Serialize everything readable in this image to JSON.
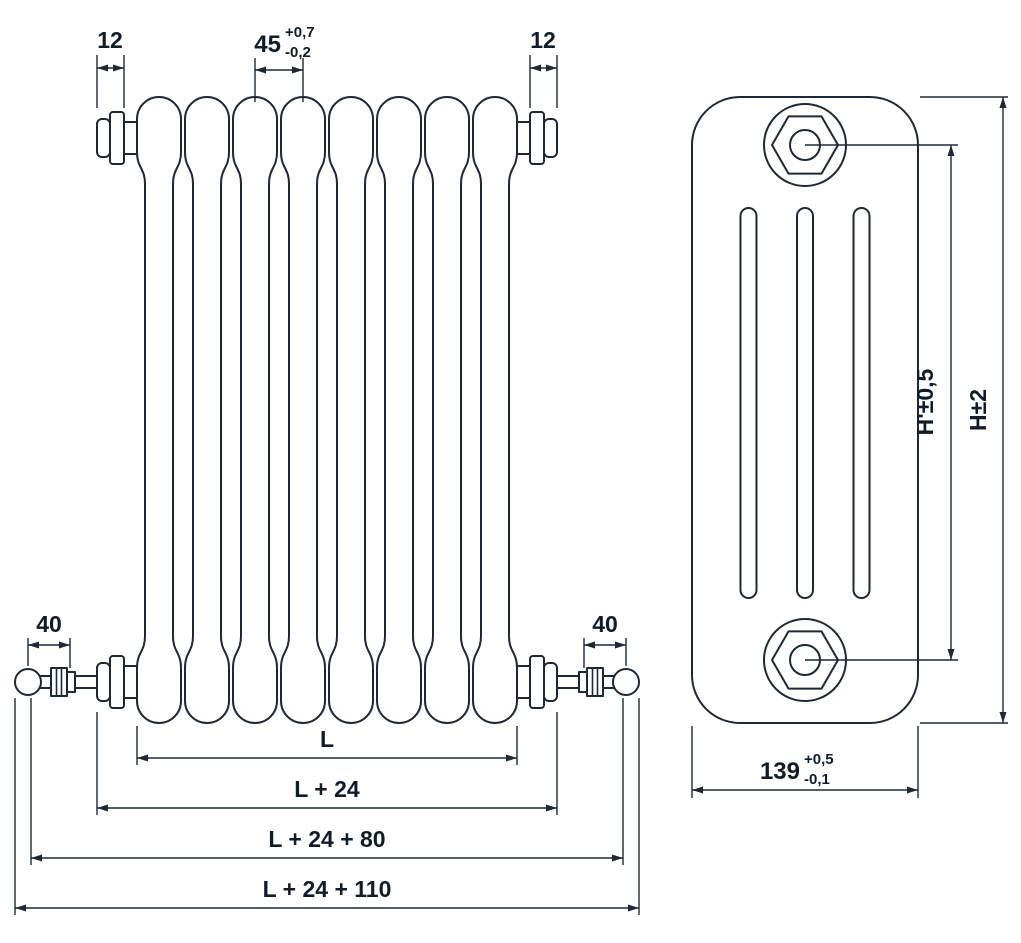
{
  "colors": {
    "background": "#ffffff",
    "ink": "#1d2936",
    "dimension": "#1d2936",
    "text": "#101d29"
  },
  "front_view": {
    "element_count": 8,
    "dimensions": {
      "plug_left": "12",
      "plug_right": "12",
      "pitch": {
        "value": "45",
        "tolerance_plus": "+0,7",
        "tolerance_minus": "-0,2"
      },
      "valve_left": "40",
      "valve_right": "40",
      "length_chain": [
        "L",
        "L + 24",
        "L + 24 + 80",
        "L + 24 + 110"
      ]
    }
  },
  "side_view": {
    "dimensions": {
      "axis_height": "H'±0,5",
      "overall_height": "H±2",
      "depth": {
        "value": "139",
        "tolerance_plus": "+0,5",
        "tolerance_minus": "-0,1"
      }
    }
  }
}
